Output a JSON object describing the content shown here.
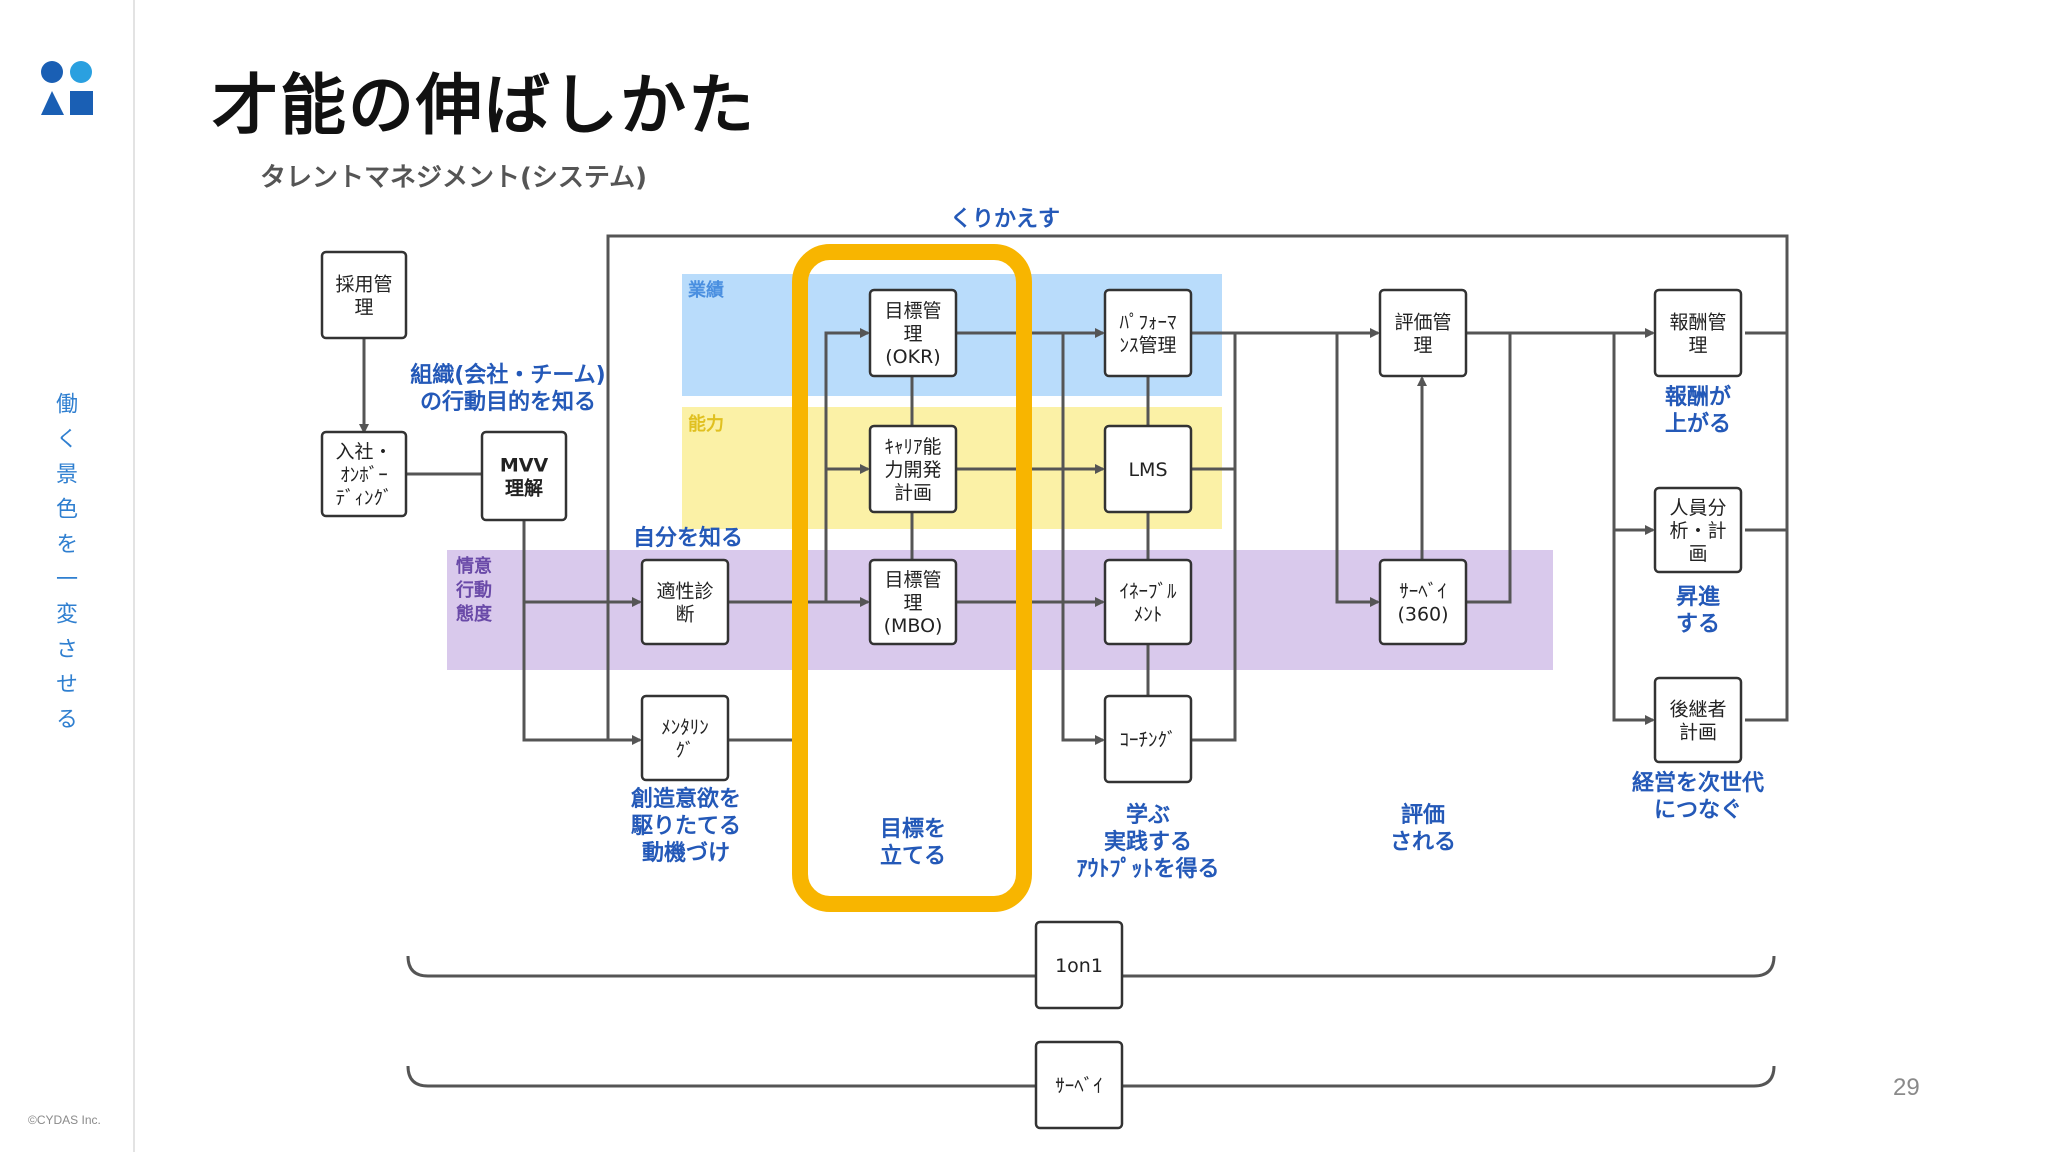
{
  "slide": {
    "title": "才能の伸ばしかた",
    "vertical_text": "働く景色を一変させる",
    "copyright": "©CYDAS Inc.",
    "page_number": "29"
  },
  "diagram": {
    "subtitle": "タレントマネジメント(システム)",
    "loop_label": "くりかえす",
    "bands": {
      "performance": "業績",
      "ability": "能力",
      "motivation": "情意\n行動\n態度"
    },
    "boxes": {
      "recruit": "採用管\n理",
      "onboard": "入社・\nｵﾝﾎﾞｰ\nﾃﾞｨﾝｸﾞ",
      "mvv": "MVV\n理解",
      "aptitude": "適性診\n断",
      "mentoring": "ﾒﾝﾀﾘﾝ\nｸﾞ",
      "okr": "目標管\n理\n(OKR)",
      "career": "ｷｬﾘｱ能\n力開発\n計画",
      "mbo": "目標管\n理\n(MBO)",
      "performance_mgmt": "ﾊﾟﾌｫｰﾏ\nﾝｽ管理",
      "lms": "LMS",
      "enablement": "ｲﾈｰﾌﾞﾙ\nﾒﾝﾄ",
      "coaching": "ｺｰﾁﾝｸﾞ",
      "evaluation": "評価管\n理",
      "survey360": "ｻｰﾍﾞｲ\n(360)",
      "compensation": "報酬管\n理",
      "workforce": "人員分\n析・計\n画",
      "succession": "後継者\n計画",
      "one_on_one": "1on1",
      "survey": "ｻｰﾍﾞｲ"
    },
    "labels": {
      "org_purpose": "組織(会社・チーム)\nの行動目的を知る",
      "know_self": "自分を知る",
      "motivate": "創造意欲を\n駆りたてる\n動機づけ",
      "set_goals": "目標を\n立てる",
      "learn": "学ぶ\n実践する\nｱｳﾄﾌﾟｯﾄを得る",
      "evaluated": "評価\nされる",
      "pay_up": "報酬が\n上がる",
      "promote": "昇進\nする",
      "next_gen": "経営を次世代\nにつなぐ"
    },
    "colors": {
      "performance_band": "#b9dcfb",
      "ability_band": "#fbf1a6",
      "motivation_band": "#d9c9ec",
      "highlight": "#f8b500",
      "label_blue": "#2459b8",
      "line": "#555555"
    }
  }
}
